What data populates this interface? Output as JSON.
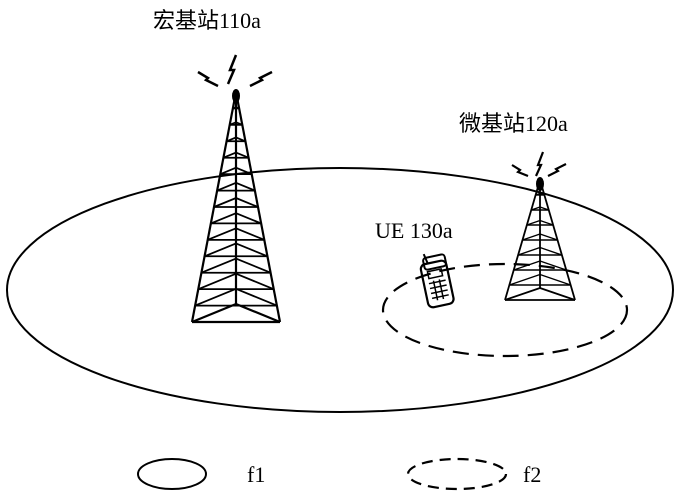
{
  "labels": {
    "macro": "宏基站110a",
    "micro": "微基站120a",
    "ue": "UE 130a"
  },
  "legend": {
    "solid": "f1",
    "dashed": "f2"
  }
}
